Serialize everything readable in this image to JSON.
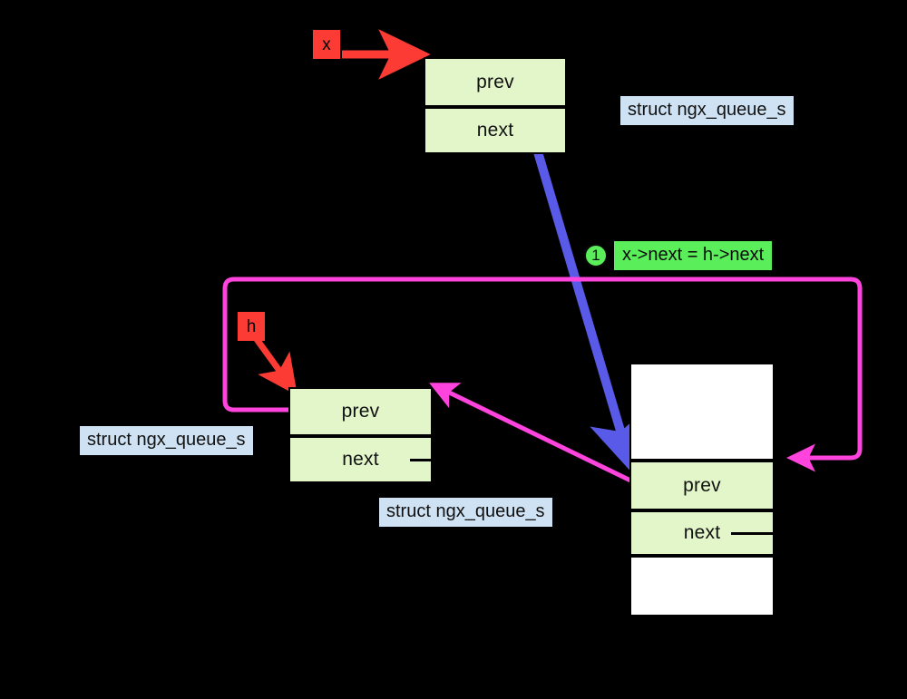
{
  "diagram": {
    "title": "nginx ngx_queue_s linked-list insert step 1",
    "background": "#000000",
    "colors": {
      "node_fill_green": "#e3f6ca",
      "node_fill_white": "#ffffff",
      "node_border": "#000000",
      "pointer_label_bg": "#fb3b34",
      "struct_tag_bg": "#cfe2f3",
      "note_green": "#5aef5a",
      "arrow_blue": "#5a5ae8",
      "arrow_magenta": "#ff44dd",
      "arrow_red": "#fb3b34"
    },
    "pointer_labels": [
      {
        "id": "x",
        "text": "x"
      },
      {
        "id": "h",
        "text": "h"
      }
    ],
    "nodes": [
      {
        "id": "node-x",
        "rows": [
          {
            "kind": "green",
            "label": "prev"
          },
          {
            "kind": "green",
            "label": "next"
          }
        ]
      },
      {
        "id": "node-h",
        "rows": [
          {
            "kind": "green",
            "label": "prev"
          },
          {
            "kind": "green",
            "label": "next"
          }
        ]
      },
      {
        "id": "node-hnext",
        "rows": [
          {
            "kind": "white",
            "label": ""
          },
          {
            "kind": "green",
            "label": "prev"
          },
          {
            "kind": "green",
            "label": "next"
          },
          {
            "kind": "white",
            "label": ""
          }
        ]
      }
    ],
    "struct_tags": [
      {
        "id": "tag-x",
        "text": "struct ngx_queue_s"
      },
      {
        "id": "tag-h",
        "text": "struct ngx_queue_s"
      },
      {
        "id": "tag-hnext",
        "text": "struct ngx_queue_s"
      }
    ],
    "notes": [
      {
        "id": "note-1",
        "number": "1",
        "text": "x->next = h->next"
      }
    ]
  }
}
